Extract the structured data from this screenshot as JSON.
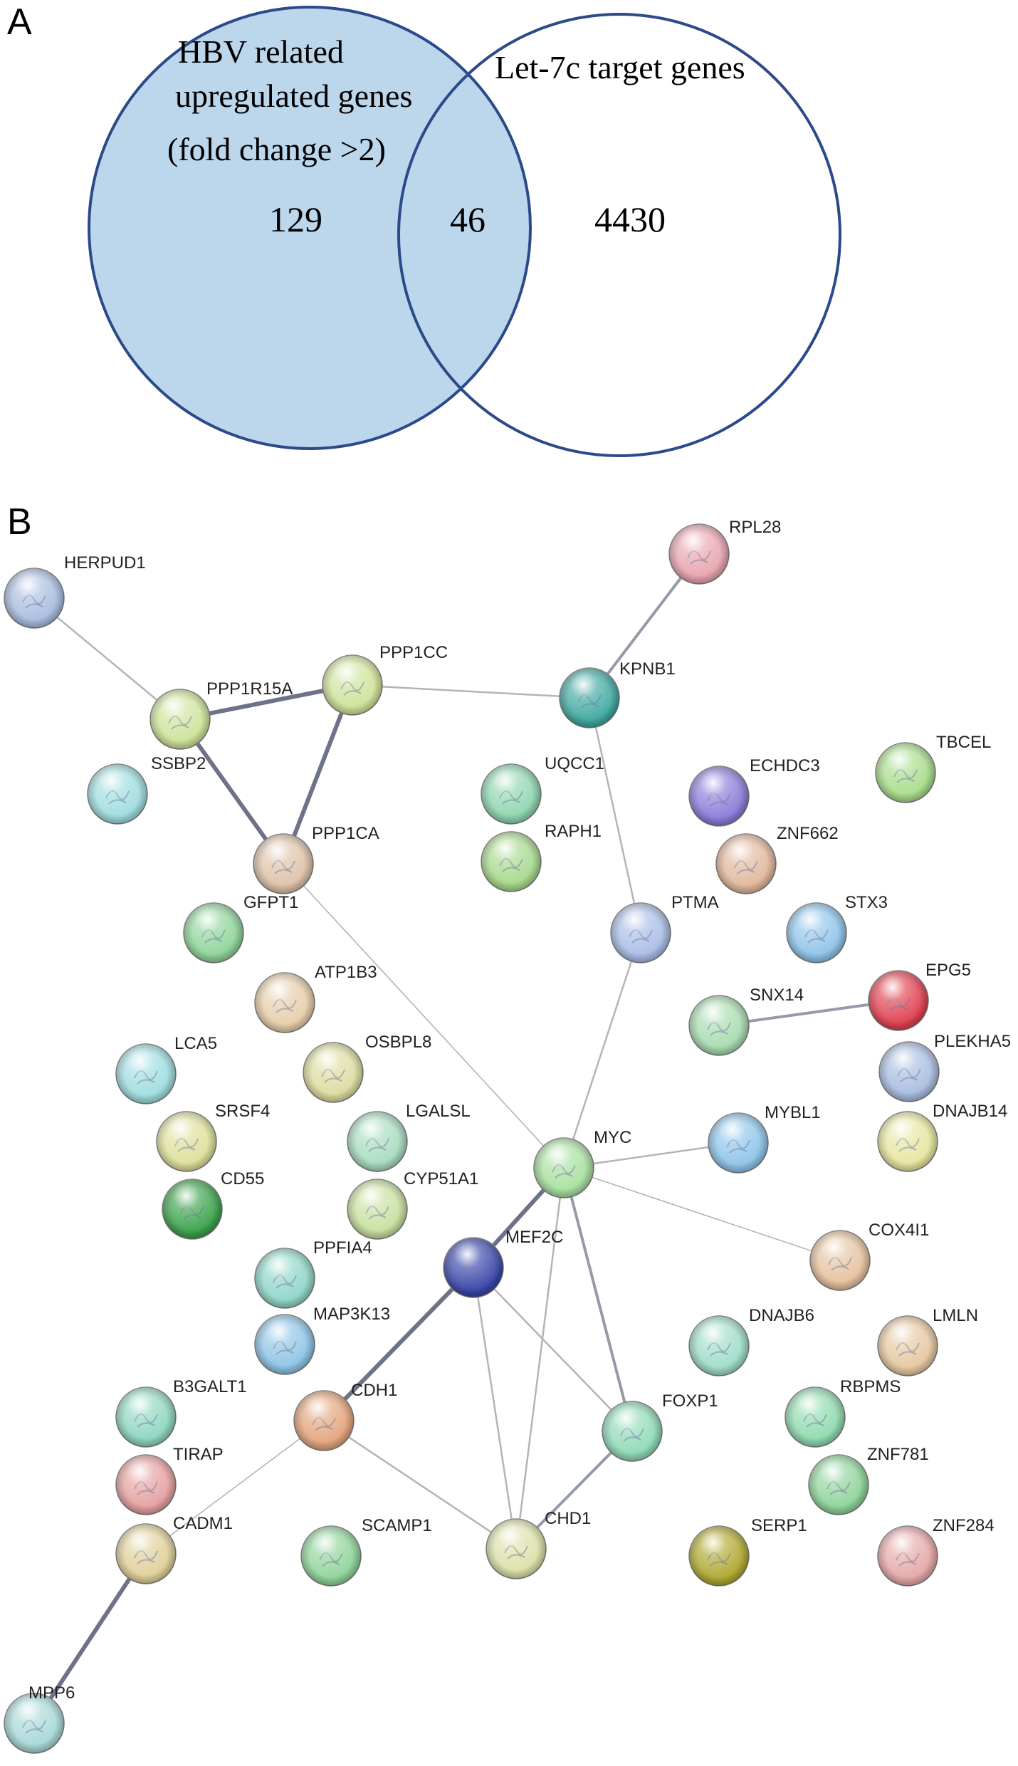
{
  "panel_a": {
    "letter": "A",
    "left_set_label_lines": [
      "HBV related",
      "upregulated genes",
      "(fold change >2)"
    ],
    "right_set_label": "Let-7c target genes",
    "left_only_count": "129",
    "intersection_count": "46",
    "right_only_count": "4430",
    "colors": {
      "left_fill": "#bcd6ec",
      "outline": "#2b4a8a"
    }
  },
  "panel_b": {
    "letter": "B",
    "nodes": [
      {
        "id": "RPL28",
        "color": "#e8a5b0"
      },
      {
        "id": "HERPUD1",
        "color": "#a9bde0"
      },
      {
        "id": "PPP1CC",
        "color": "#cfe39a"
      },
      {
        "id": "KPNB1",
        "color": "#3fa8a0"
      },
      {
        "id": "PPP1R15A",
        "color": "#cfe39a"
      },
      {
        "id": "SSBP2",
        "color": "#9fdde0"
      },
      {
        "id": "UQCC1",
        "color": "#8fd6b0"
      },
      {
        "id": "ECHDC3",
        "color": "#8c7ad8"
      },
      {
        "id": "TBCEL",
        "color": "#a9dc8c"
      },
      {
        "id": "PPP1CA",
        "color": "#ddc2a8"
      },
      {
        "id": "RAPH1",
        "color": "#a8d98c"
      },
      {
        "id": "ZNF662",
        "color": "#e2b89c"
      },
      {
        "id": "GFPT1",
        "color": "#8fd49a"
      },
      {
        "id": "PTMA",
        "color": "#a9bde6"
      },
      {
        "id": "STX3",
        "color": "#8ec4ea"
      },
      {
        "id": "ATP1B3",
        "color": "#e6ceaa"
      },
      {
        "id": "EPG5",
        "color": "#e04050"
      },
      {
        "id": "SNX14",
        "color": "#a8dcb0"
      },
      {
        "id": "LCA5",
        "color": "#9fdde0"
      },
      {
        "id": "OSBPL8",
        "color": "#dcdca0"
      },
      {
        "id": "PLEKHA5",
        "color": "#a9bde0"
      },
      {
        "id": "SRSF4",
        "color": "#dde09a"
      },
      {
        "id": "LGALSL",
        "color": "#a8dcc0"
      },
      {
        "id": "MYBL1",
        "color": "#8ec4ea"
      },
      {
        "id": "DNAJB14",
        "color": "#e6e6a0"
      },
      {
        "id": "MYC",
        "color": "#a8e0a0"
      },
      {
        "id": "CD55",
        "color": "#3aa24a"
      },
      {
        "id": "CYP51A1",
        "color": "#c8e0a0"
      },
      {
        "id": "COX4I1",
        "color": "#e6c2a0"
      },
      {
        "id": "PPFIA4",
        "color": "#8fd6c8"
      },
      {
        "id": "MEF2C",
        "color": "#3845a8"
      },
      {
        "id": "MAP3K13",
        "color": "#8ec4e6"
      },
      {
        "id": "DNAJB6",
        "color": "#9fdcc8"
      },
      {
        "id": "LMLN",
        "color": "#e6c8a0"
      },
      {
        "id": "B3GALT1",
        "color": "#8fd6c0"
      },
      {
        "id": "CDH1",
        "color": "#e4a47c"
      },
      {
        "id": "RBPMS",
        "color": "#8fdab0"
      },
      {
        "id": "FOXP1",
        "color": "#8fdab8"
      },
      {
        "id": "TIRAP",
        "color": "#e6a0a0"
      },
      {
        "id": "ZNF781",
        "color": "#8fd49a"
      },
      {
        "id": "CADM1",
        "color": "#e0d09a"
      },
      {
        "id": "SCAMP1",
        "color": "#8fd49a"
      },
      {
        "id": "CHD1",
        "color": "#dce0a8"
      },
      {
        "id": "SERP1",
        "color": "#b0a830"
      },
      {
        "id": "ZNF284",
        "color": "#e6a8a8"
      },
      {
        "id": "MPP6",
        "color": "#a8d8d8"
      }
    ],
    "edges": [
      {
        "source": "HERPUD1",
        "target": "PPP1R15A",
        "weight": 1
      },
      {
        "source": "PPP1R15A",
        "target": "PPP1CC",
        "weight": 3
      },
      {
        "source": "PPP1R15A",
        "target": "PPP1CA",
        "weight": 3
      },
      {
        "source": "PPP1CC",
        "target": "PPP1CA",
        "weight": 3
      },
      {
        "source": "PPP1CC",
        "target": "KPNB1",
        "weight": 1
      },
      {
        "source": "RPL28",
        "target": "KPNB1",
        "weight": 2
      },
      {
        "source": "KPNB1",
        "target": "PTMA",
        "weight": 1
      },
      {
        "source": "PTMA",
        "target": "MYC",
        "weight": 1
      },
      {
        "source": "PPP1CA",
        "target": "MYC",
        "weight": 0.6
      },
      {
        "source": "SNX14",
        "target": "EPG5",
        "weight": 2
      },
      {
        "source": "MYC",
        "target": "MYBL1",
        "weight": 1
      },
      {
        "source": "MYC",
        "target": "COX4I1",
        "weight": 0.6
      },
      {
        "source": "MYC",
        "target": "MEF2C",
        "weight": 2.5
      },
      {
        "source": "MYC",
        "target": "FOXP1",
        "weight": 1.5
      },
      {
        "source": "MYC",
        "target": "CHD1",
        "weight": 1
      },
      {
        "source": "MEF2C",
        "target": "CHD1",
        "weight": 1
      },
      {
        "source": "MEF2C",
        "target": "FOXP1",
        "weight": 1
      },
      {
        "source": "MEF2C",
        "target": "CDH1",
        "weight": 3
      },
      {
        "source": "FOXP1",
        "target": "CHD1",
        "weight": 1.5
      },
      {
        "source": "CDH1",
        "target": "CHD1",
        "weight": 1
      },
      {
        "source": "CDH1",
        "target": "CADM1",
        "weight": 0.6
      },
      {
        "source": "CADM1",
        "target": "MPP6",
        "weight": 3
      }
    ]
  }
}
